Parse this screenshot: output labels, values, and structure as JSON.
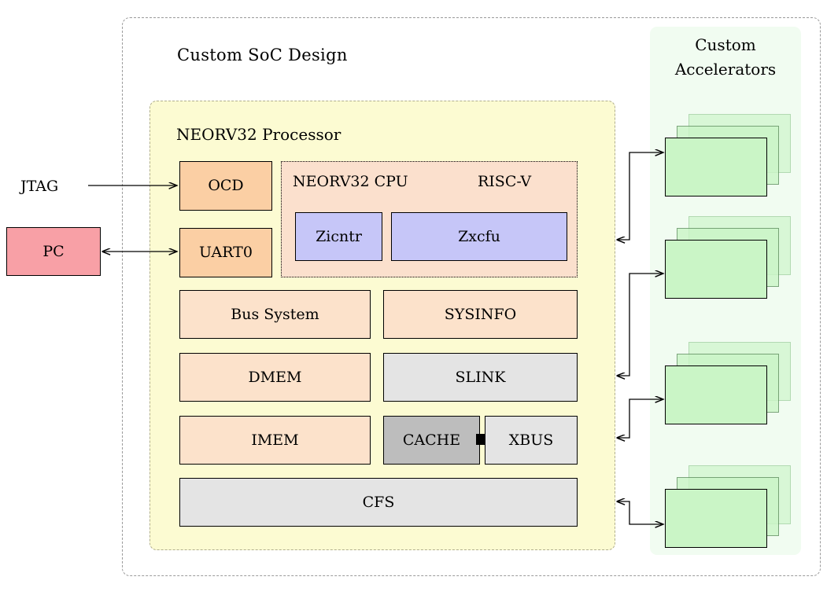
{
  "diagram": {
    "outer": {
      "title": "Custom SoC Design"
    },
    "processor": {
      "title": "NEORV32 Processor"
    },
    "cpu": {
      "label_left": "NEORV32 CPU",
      "label_right": "RISC-V",
      "extensions": [
        {
          "name": "Zicntr",
          "color": "#c6c6f8"
        },
        {
          "name": "Zxcfu",
          "color": "#c6c6f8"
        }
      ]
    },
    "external": {
      "pc_label": "PC",
      "jtag_label": "JTAG",
      "pc_color": "#f8a0a6"
    },
    "accelerators": {
      "title_line1": "Custom",
      "title_line2": "Accelerators",
      "panel_color": "#f1fcf1",
      "box_color": "#caf5c6",
      "count": 4,
      "layers_per_stack": 3
    },
    "modules": [
      {
        "name": "OCD",
        "color": "#fbcfa4"
      },
      {
        "name": "UART0",
        "color": "#fbcfa4"
      },
      {
        "name": "Bus System",
        "color": "#fce2cb"
      },
      {
        "name": "SYSINFO",
        "color": "#fce2cb"
      },
      {
        "name": "DMEM",
        "color": "#fce2cb"
      },
      {
        "name": "SLINK",
        "color": "#e4e4e4"
      },
      {
        "name": "IMEM",
        "color": "#fce2cb"
      },
      {
        "name": "CACHE",
        "color": "#bdbdbd"
      },
      {
        "name": "XBUS",
        "color": "#e4e4e4"
      },
      {
        "name": "CFS",
        "color": "#e4e4e4"
      }
    ],
    "colors": {
      "processor_fill": "#fcfbd2",
      "cpu_fill": "#fbe0cd",
      "boundary_stroke": "#9a9a9a"
    }
  }
}
